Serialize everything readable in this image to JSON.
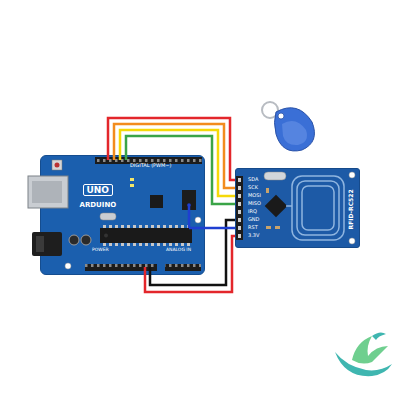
{
  "diagram": {
    "nodes": [
      {
        "text": [
          "UNO",
          "ARDUINO"
        ]
      },
      {
        "text": [
          "RFID-RC522"
        ]
      }
    ],
    "edges": [
      {
        "from": 0,
        "to": 1,
        "arrow": "none"
      },
      {
        "from": 0,
        "to": 1,
        "arrow": "none"
      },
      {
        "from": 0,
        "to": 1,
        "arrow": "none"
      },
      {
        "from": 0,
        "to": 1,
        "arrow": "none"
      },
      {
        "from": 0,
        "to": 1,
        "arrow": "none"
      },
      {
        "from": 0,
        "to": 1,
        "arrow": "none"
      },
      {
        "from": 0,
        "to": 1,
        "arrow": "none"
      }
    ],
    "labels": [
      "DIGITAL (PWM~)",
      "POWER",
      "ANALOG IN",
      "SDA",
      "SCK",
      "MOSI",
      "MISO",
      "IRQ",
      "GND",
      "RST",
      "3.3V"
    ]
  }
}
